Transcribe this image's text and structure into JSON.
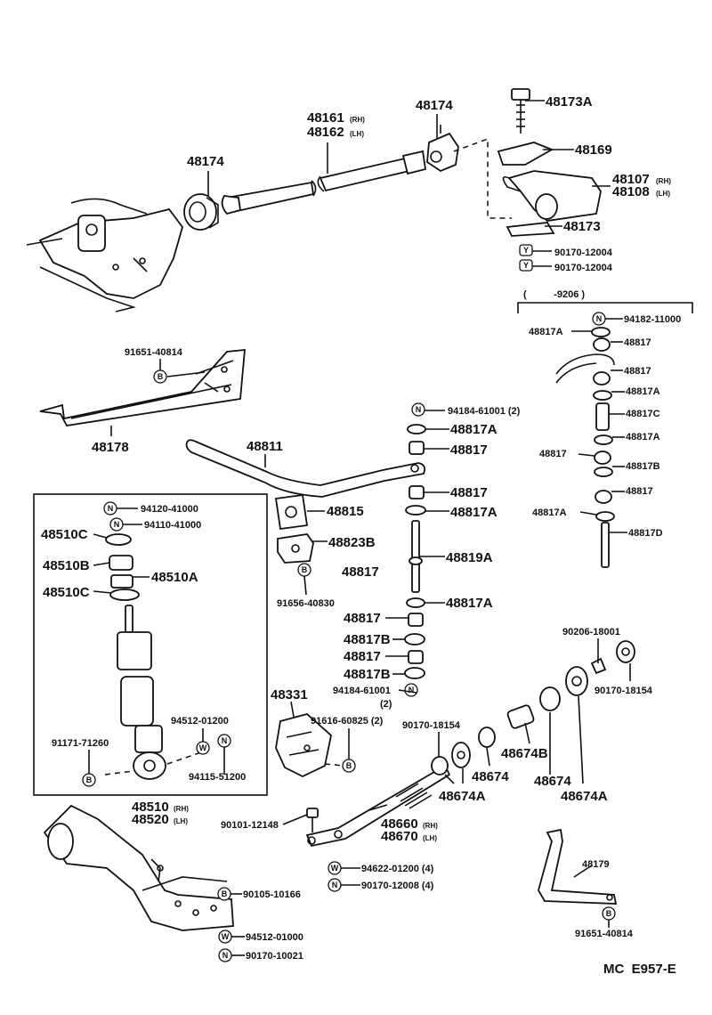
{
  "labels": {
    "p48161": "48161",
    "p48162": "48162",
    "rh": "(RH)",
    "lh": "(LH)",
    "p48174_top": "48174",
    "p48174_left": "48174",
    "p48173A": "48173A",
    "p48169": "48169",
    "p48107": "48107",
    "p48108": "48108",
    "p48173": "48173",
    "n90170_12004_a": "90170-12004",
    "n90170_12004_b": "90170-12004",
    "bracket_range": "(          -9206 )",
    "n94182_11000": "94182-11000",
    "r48817A_1": "48817A",
    "r48817_1": "48817",
    "r48817_2": "48817",
    "r48817A_2": "48817A",
    "r48817C": "48817C",
    "r48817A_3": "48817A",
    "r48817_3": "48817",
    "r48817B_1": "48817B",
    "r48817_4": "48817",
    "r48817A_4": "48817A",
    "r48817D": "48817D",
    "n91651_40814_a": "91651-40814",
    "p48178": "48178",
    "p48811": "48811",
    "n94184_61001_top": "94184-61001 (2)",
    "c48817A_1": "48817A",
    "c48817_1": "48817",
    "c48817_2": "48817",
    "c48817A_2": "48817A",
    "c48819A": "48819A",
    "c48817A_3": "48817A",
    "c48817_3": "48817",
    "c48817B_1": "48817B",
    "c48817_4": "48817",
    "c48817B_2": "48817B",
    "n94184_61001_bot": "94184-61001",
    "qty2": "(2)",
    "p48815": "48815",
    "p48823B": "48823B",
    "p48817_mid": "48817",
    "n91656_40830": "91656-40830",
    "n94120_41000": "94120-41000",
    "n94110_41000": "94110-41000",
    "p48510C_1": "48510C",
    "p48510B": "48510B",
    "p48510A": "48510A",
    "p48510C_2": "48510C",
    "n94512_01200": "94512-01200",
    "n91171_71260": "91171-71260",
    "n94115_51200": "94115-51200",
    "p48510": "48510",
    "p48520": "48520",
    "p48331": "48331",
    "n91616_60825": "91616-60825 (2)",
    "n90170_18154_a": "90170-18154",
    "n90206_18001": "90206-18001",
    "n90170_18154_b": "90170-18154",
    "p48674_1": "48674",
    "p48674B": "48674B",
    "p48674_2": "48674",
    "p48674A_1": "48674A",
    "p48674A_2": "48674A",
    "n90101_12148": "90101-12148",
    "p48660": "48660",
    "p48670": "48670",
    "n94622_01200": "94622-01200 (4)",
    "n90170_12008": "90170-12008 (4)",
    "n90105_10166": "90105-10166",
    "n94512_01000": "94512-01000",
    "n90170_10021": "90170-10021",
    "p48179": "48179",
    "n91651_40814_b": "91651-40814",
    "footer": "MC  E957-E"
  },
  "symbols": {
    "nut": "N",
    "bolt": "B",
    "washer": "W",
    "special": "Y"
  }
}
